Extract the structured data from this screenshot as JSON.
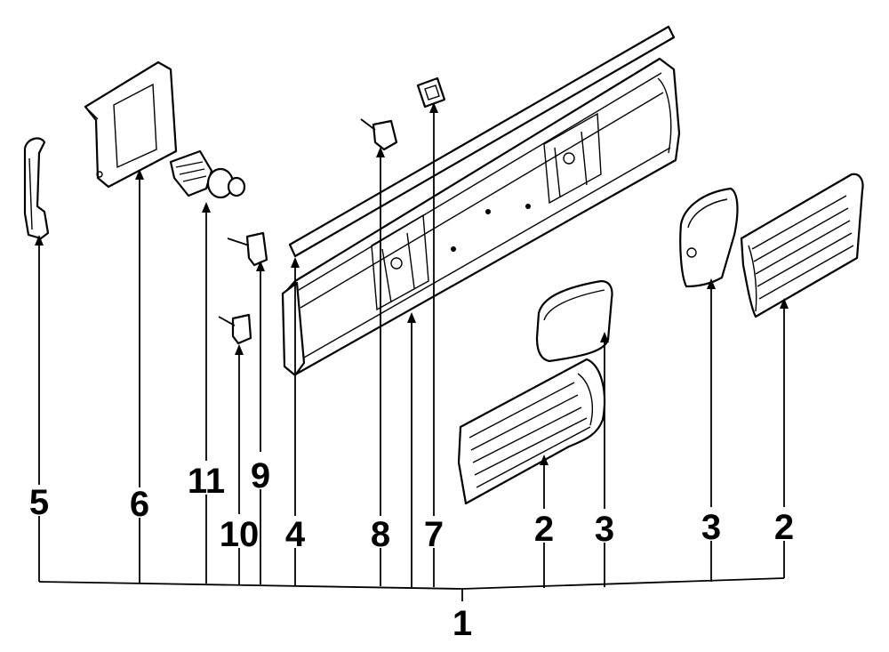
{
  "diagram": {
    "callouts": {
      "main": "1",
      "c2a": "2",
      "c2b": "2",
      "c3a": "3",
      "c3b": "3",
      "c4": "4",
      "c5": "5",
      "c6": "6",
      "c7": "7",
      "c8": "8",
      "c9": "9",
      "c10": "10",
      "c11": "11"
    }
  }
}
